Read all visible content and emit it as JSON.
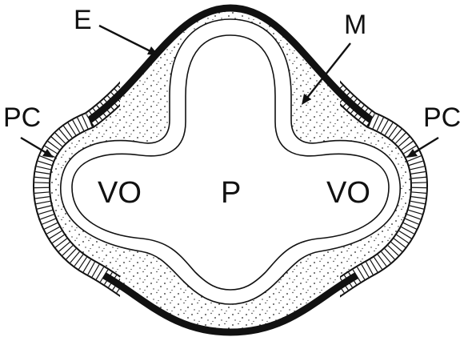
{
  "labels": {
    "E": "E",
    "M": "M",
    "PC_left": "PC",
    "PC_right": "PC",
    "VO_left": "VO",
    "P": "P",
    "VO_right": "VO"
  },
  "colors": {
    "outline": "#111111",
    "fill": "#ffffff",
    "stipple": "#222222",
    "background": "#ffffff"
  }
}
